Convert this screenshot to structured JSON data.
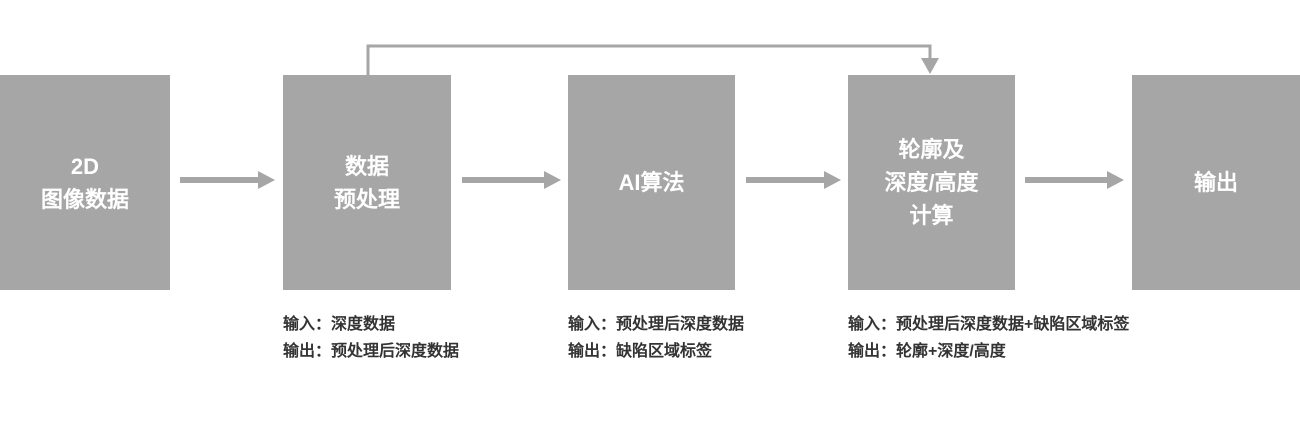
{
  "diagram": {
    "title": "AI depth-processing pipeline flowchart",
    "boxes": [
      {
        "label": "2D\n图像数据"
      },
      {
        "label": "数据\n预处理"
      },
      {
        "label": "AI算法"
      },
      {
        "label": "轮廓及\n深度/高度\n计算"
      },
      {
        "label": "输出"
      }
    ],
    "annotations": [
      {
        "input": "输入：深度数据",
        "output": "输出：预处理后深度数据"
      },
      {
        "input": "输入：预处理后深度数据",
        "output": "输出：缺陷区域标签"
      },
      {
        "input": "输入：预处理后深度数据+缺陷区域标签",
        "output": "输出：轮廓+深度/高度"
      }
    ],
    "colors": {
      "box": "#a6a6a6",
      "arrow": "#a6a6a6",
      "box_text": "#ffffff",
      "annotation_text": "#333333",
      "background": "#ffffff"
    }
  }
}
